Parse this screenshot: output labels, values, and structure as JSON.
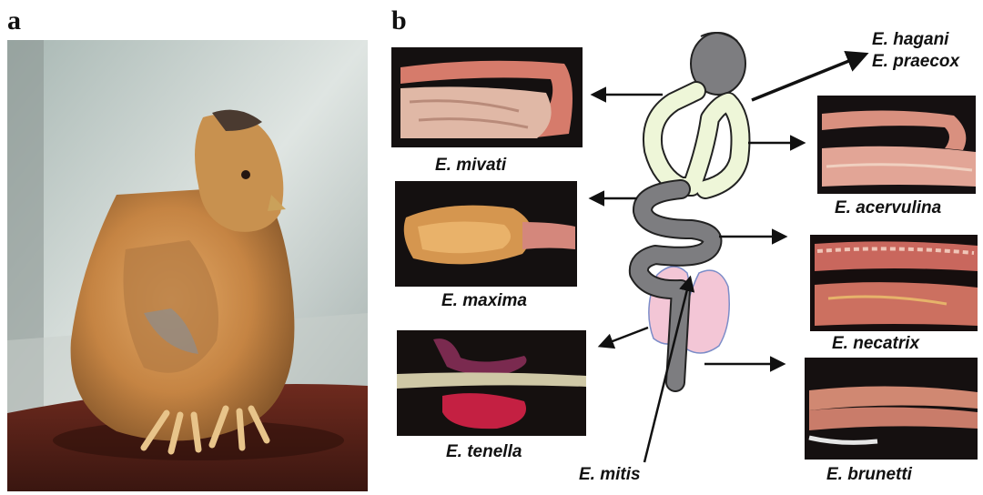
{
  "panels": {
    "a": {
      "label": "a"
    },
    "b": {
      "label": "b"
    }
  },
  "species_labels": {
    "hagani": "E. hagani",
    "praecox": "E. praecox",
    "mivati": "E. mivati",
    "acervulina": "E. acervulina",
    "maxima": "E. maxima",
    "necatrix": "E. necatrix",
    "tenella": "E. tenella",
    "brunetti": "E. brunetti",
    "mitis": "E. mitis"
  },
  "colors": {
    "intestine_grey": "#7d7d80",
    "duodenum_pale_green": "#eef6d8",
    "ceca_pink": "#f3c6d6",
    "tissue_pink": "#d98a7a",
    "photo_background": "#1a1414"
  }
}
